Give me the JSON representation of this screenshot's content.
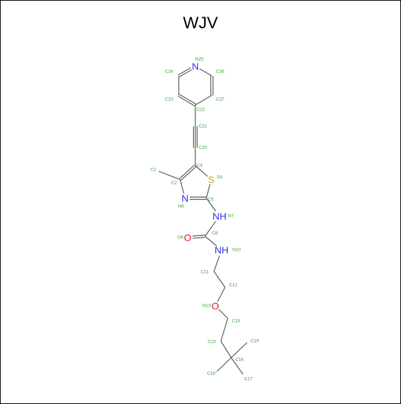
{
  "title": "WJV",
  "colors": {
    "carbon_label": "#2e9e2e",
    "nitrogen": "#3030dd",
    "oxygen": "#ee1010",
    "sulfur": "#c8a800",
    "bond": "#555555"
  },
  "atoms": [
    {
      "id": "C1",
      "label": "C1",
      "element": "C"
    },
    {
      "id": "C2",
      "label": "C2",
      "element": "C"
    },
    {
      "id": "C3",
      "label": "C3",
      "element": "C"
    },
    {
      "id": "S4",
      "label": "S4",
      "element": "S",
      "symbol": "S"
    },
    {
      "id": "C5",
      "label": "C5",
      "element": "C"
    },
    {
      "id": "N6",
      "label": "N6",
      "element": "N",
      "symbol": "N"
    },
    {
      "id": "N7",
      "label": "N7",
      "element": "N",
      "symbol": "NH"
    },
    {
      "id": "C8",
      "label": "C8",
      "element": "C"
    },
    {
      "id": "O9",
      "label": "O9",
      "element": "O",
      "symbol": "O"
    },
    {
      "id": "N10",
      "label": "N10",
      "element": "N",
      "symbol": "NH"
    },
    {
      "id": "C11",
      "label": "C11",
      "element": "C"
    },
    {
      "id": "C12",
      "label": "C12",
      "element": "C"
    },
    {
      "id": "O13",
      "label": "O13",
      "element": "O",
      "symbol": "O"
    },
    {
      "id": "C14",
      "label": "C14",
      "element": "C"
    },
    {
      "id": "C15",
      "label": "C15",
      "element": "C"
    },
    {
      "id": "C16",
      "label": "C16",
      "element": "C"
    },
    {
      "id": "C17",
      "label": "C17",
      "element": "C"
    },
    {
      "id": "C18",
      "label": "C18",
      "element": "C"
    },
    {
      "id": "C19",
      "label": "C19",
      "element": "C"
    },
    {
      "id": "C20",
      "label": "C20",
      "element": "C"
    },
    {
      "id": "C21",
      "label": "C21",
      "element": "C"
    },
    {
      "id": "C22",
      "label": "C22",
      "element": "C"
    },
    {
      "id": "C23",
      "label": "C23",
      "element": "C"
    },
    {
      "id": "C24",
      "label": "C24",
      "element": "C"
    },
    {
      "id": "N25",
      "label": "N25",
      "element": "N",
      "symbol": "N"
    },
    {
      "id": "C26",
      "label": "C26",
      "element": "C"
    },
    {
      "id": "C27",
      "label": "C27",
      "element": "C"
    }
  ],
  "bonds": [
    {
      "a": "N25",
      "b": "C24",
      "order": 2
    },
    {
      "a": "N25",
      "b": "C26",
      "order": 1
    },
    {
      "a": "C24",
      "b": "C23",
      "order": 1
    },
    {
      "a": "C26",
      "b": "C27",
      "order": 2
    },
    {
      "a": "C23",
      "b": "C22",
      "order": 2
    },
    {
      "a": "C27",
      "b": "C22",
      "order": 1
    },
    {
      "a": "C22",
      "b": "C21",
      "order": 1
    },
    {
      "a": "C21",
      "b": "C20",
      "order": 3
    },
    {
      "a": "C20",
      "b": "C3",
      "order": 1
    },
    {
      "a": "C3",
      "b": "S4",
      "order": 1
    },
    {
      "a": "C3",
      "b": "C2",
      "order": 2
    },
    {
      "a": "C2",
      "b": "C1",
      "order": 1
    },
    {
      "a": "C2",
      "b": "N6",
      "order": 1
    },
    {
      "a": "N6",
      "b": "C5",
      "order": 2
    },
    {
      "a": "C5",
      "b": "S4",
      "order": 1
    },
    {
      "a": "C5",
      "b": "N7",
      "order": 1
    },
    {
      "a": "N7",
      "b": "C8",
      "order": 1
    },
    {
      "a": "C8",
      "b": "O9",
      "order": 2
    },
    {
      "a": "C8",
      "b": "N10",
      "order": 1
    },
    {
      "a": "N10",
      "b": "C11",
      "order": 1
    },
    {
      "a": "C11",
      "b": "C12",
      "order": 1
    },
    {
      "a": "C12",
      "b": "O13",
      "order": 1
    },
    {
      "a": "O13",
      "b": "C14",
      "order": 1
    },
    {
      "a": "C14",
      "b": "C15",
      "order": 1
    },
    {
      "a": "C15",
      "b": "C16",
      "order": 1
    },
    {
      "a": "C16",
      "b": "C17",
      "order": 1
    },
    {
      "a": "C16",
      "b": "C18",
      "order": 1
    },
    {
      "a": "C16",
      "b": "C19",
      "order": 1
    }
  ]
}
